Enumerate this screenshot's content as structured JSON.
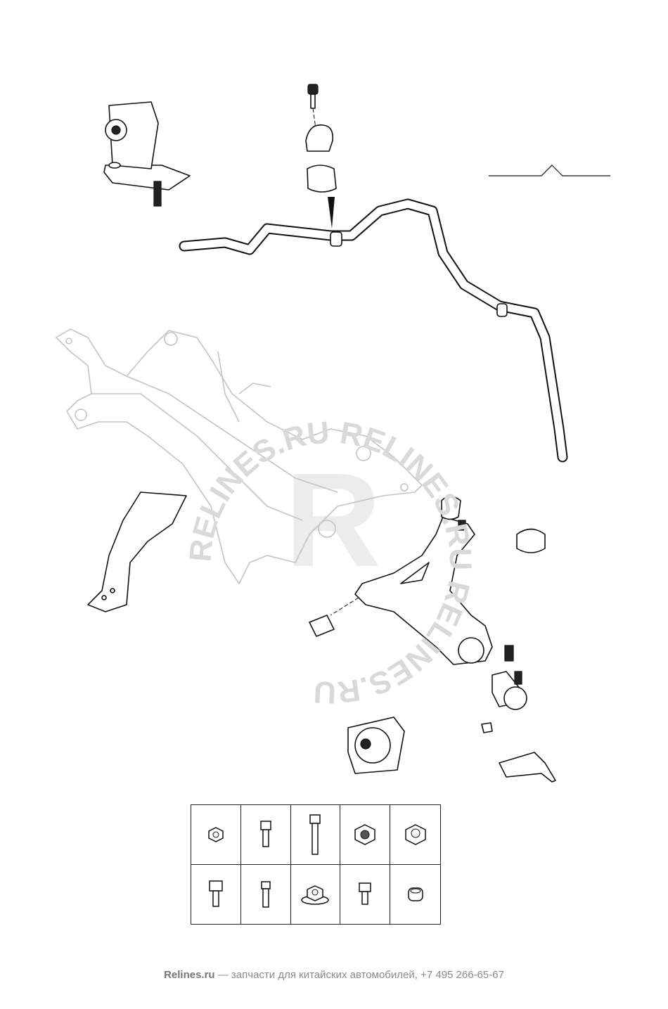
{
  "watermark": {
    "text": "RELINES.RU",
    "logo_letter": "R"
  },
  "footer": {
    "brand": "Relines.ru",
    "tagline": "— запчасти для китайских автомобилей, +7 495 266-65-67"
  },
  "fastener_grid": {
    "cells": [
      "flange-nut",
      "flange-bolt-short",
      "flange-bolt-long",
      "flange-nut-large",
      "flange-nut-hex",
      "flange-bolt",
      "stud-bolt",
      "flange-nut-wide",
      "flange-bolt-small",
      "sleeve-nut"
    ]
  }
}
